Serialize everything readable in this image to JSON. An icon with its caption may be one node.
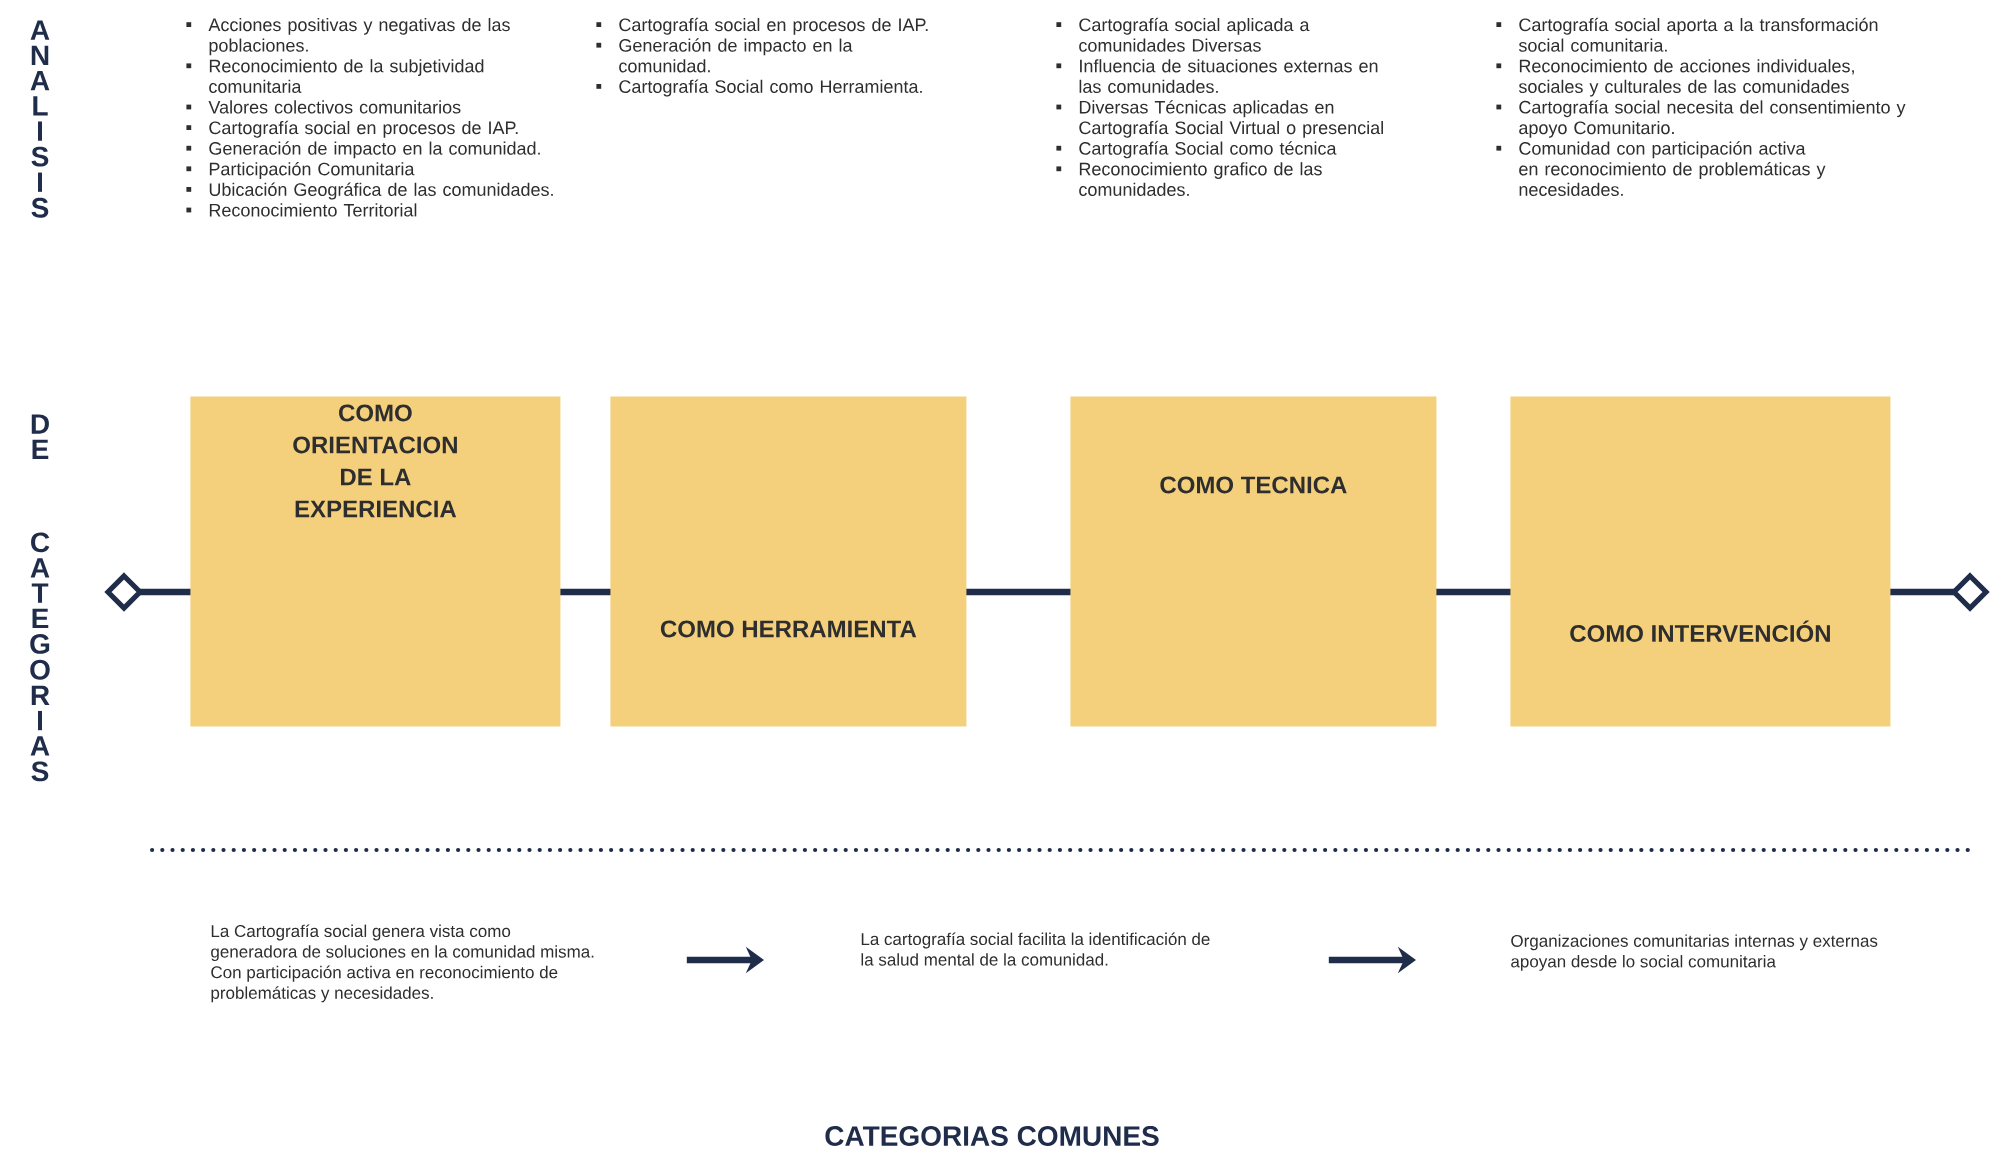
{
  "diagram": {
    "caption": "CATEGORIAS COMUNES",
    "nodes": [
      {
        "text": [
          "COMO ORIENTACION DE LA EXPERIENCIA"
        ],
        "beside": [
          "Acciones positivas y negativas de las poblaciones.",
          "Reconocimiento de la subjetividad comunitaria",
          "Valores colectivos comunitarios",
          "Cartografía social en procesos de IAP.",
          "Generación de impacto en la comunidad.",
          "Participación Comunitaria",
          "Ubicación Geográfica de las comunidades.",
          "Reconocimiento Territorial"
        ]
      },
      {
        "text": [
          "COMO HERRAMIENTA"
        ],
        "beside": [
          "Cartografía social en procesos de IAP.",
          "Generación de impacto en la comunidad.",
          "Cartografía Social como Herramienta."
        ]
      },
      {
        "text": [
          "COMO TECNICA"
        ],
        "beside": [
          "Cartografía social aplicada a comunidades Diversas",
          "Influencia de situaciones externas en las comunidades.",
          "Diversas Técnicas aplicadas en Cartografía Social Virtual o presencial",
          "Cartografía Social como técnica",
          "Reconocimiento grafico de las comunidades."
        ]
      },
      {
        "text": [
          "COMO INTERVENCIÓN"
        ],
        "beside": [
          "Cartografía social aporta a la transformación social comunitaria.",
          "Reconocimiento de acciones individuales, sociales y culturales de las comunidades",
          "Cartografía social necesita del consentimiento y apoyo Comunitario.",
          "Comunidad con participación activa en reconocimiento de problemáticas y necesidades."
        ]
      },
      {
        "text": [
          "La Cartografía social genera vista como generadora de soluciones en la comunidad misma. Con participación activa en reconocimiento de problemáticas y necesidades."
        ]
      },
      {
        "text": [
          "La cartografía social facilita la identificación de la salud mental de la comunidad."
        ]
      },
      {
        "text": [
          "Organizaciones comunitarias internas y externas apoyan desde lo social comunitaria"
        ]
      }
    ],
    "edges": [
      {
        "from": 4,
        "to": 5,
        "arrow": "to"
      },
      {
        "from": 5,
        "to": 6,
        "arrow": "to"
      }
    ],
    "labels": [
      "ANALISIS",
      "DE",
      "CATEGORIAS"
    ]
  }
}
